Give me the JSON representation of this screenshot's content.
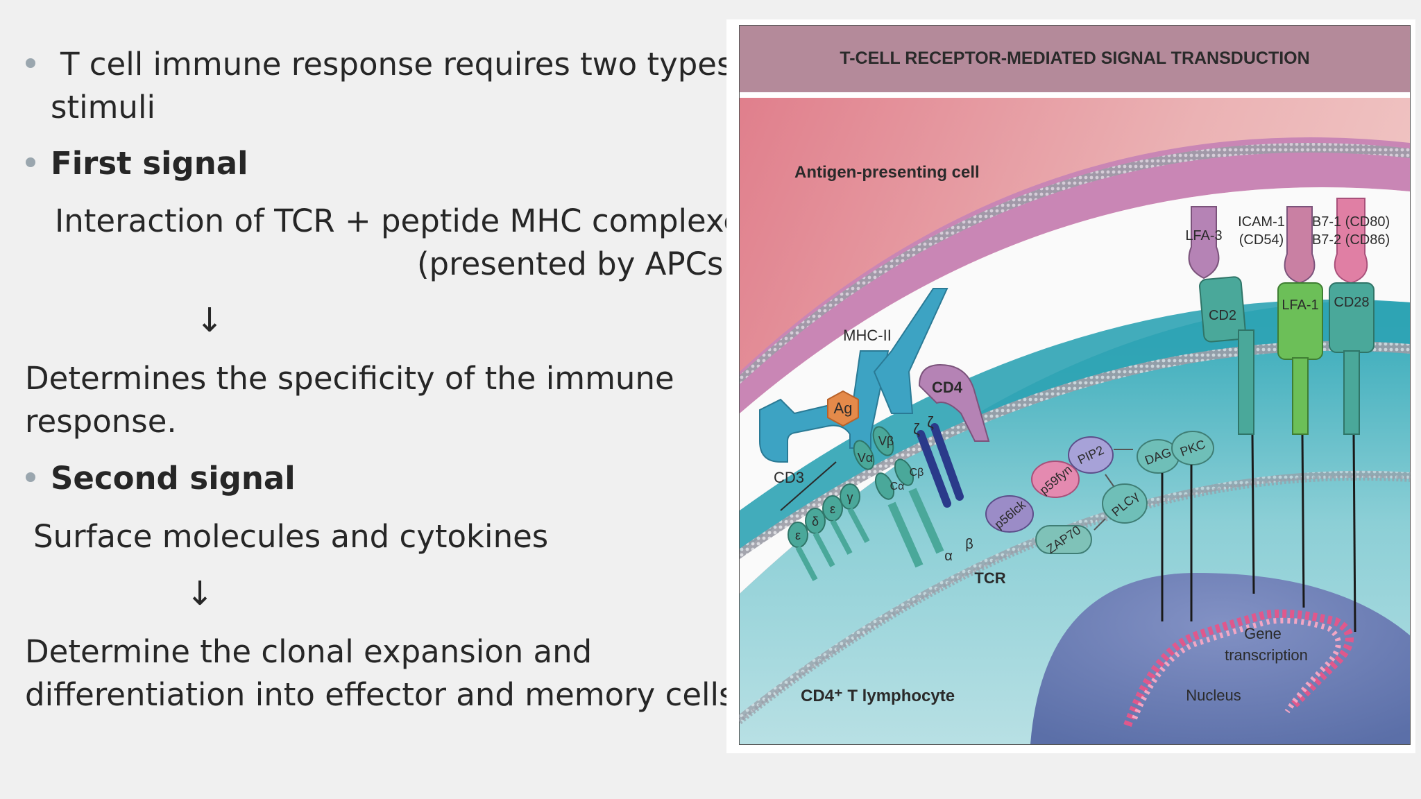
{
  "slide": {
    "bullets": {
      "b1_line1": "T cell immune response requires two types of",
      "b1_line2": "stimuli",
      "first_signal": "First signal",
      "first_desc_line1": "Interaction of TCR + peptide MHC complexes",
      "first_desc_line2": "(presented by APCs )",
      "arrow1": "↓",
      "first_result_line1": "Determines the specificity of the immune",
      "first_result_line2": "response.",
      "second_signal": "Second signal",
      "second_desc": "Surface molecules and cytokines",
      "arrow2": "↓",
      "second_result_line1": "Determine the clonal expansion and",
      "second_result_line2": "differentiation into effector and memory cells."
    }
  },
  "figure": {
    "title": "T-CELL RECEPTOR-MEDIATED SIGNAL TRANSDUCTION",
    "labels": {
      "apc": "Antigen-presenting cell",
      "mhc2": "MHC-II",
      "cd4": "CD4",
      "ag": "Ag",
      "cd3": "CD3",
      "tcr": "TCR",
      "lfa3": "LFA-3",
      "icam1": "ICAM-1",
      "cd54": "(CD54)",
      "b71": "B7-1 (CD80)",
      "b72": "B7-2 (CD86)",
      "cd2": "CD2",
      "lfa1": "LFA-1",
      "cd28": "CD28",
      "pip2": "PIP2",
      "dag": "DAG",
      "pkc": "PKC",
      "p59fyn": "p59fyn",
      "p56lck": "p56lck",
      "zap70": "ZAP70",
      "plcg": "PLCγ",
      "gene_line1": "Gene",
      "gene_line2": "transcription",
      "nucleus": "Nucleus",
      "tcell": "CD4⁺ T lymphocyte",
      "v_alpha": "Vα",
      "v_beta": "Vβ",
      "c_alpha": "Cα",
      "c_beta": "Cβ",
      "epsilon1": "ε",
      "delta": "δ",
      "epsilon2": "ε",
      "gamma": "γ",
      "zeta1": "ζ",
      "zeta2": "ζ",
      "alpha": "α",
      "beta": "β"
    },
    "colors": {
      "title_bar": "#b48a9a",
      "apc_bg": "#e49aa2",
      "membrane": "#c887b6",
      "tcell_bg": "#4fb6c4",
      "nucleus": "#6b7fb3",
      "receptor_teal": "#4aa89a",
      "lfa1_green": "#6cbf58",
      "molecule_purple": "#9b8cc7",
      "ag_orange": "#e48a4a"
    }
  }
}
